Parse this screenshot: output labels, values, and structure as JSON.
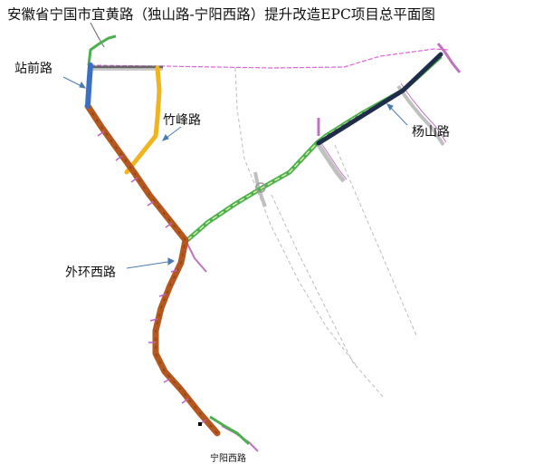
{
  "title": "安徽省宁国市宜黄路（独山路-宁阳西路）提升改造EPC项目总平面图",
  "labels": {
    "zhanqian": "站前路",
    "zhufeng": "竹峰路",
    "yangshan": "杨山路",
    "waihuanxi": "外环西路",
    "ningyangxi": "宁阳西路"
  },
  "colors": {
    "waihuanxi_road": "#b5581f",
    "zhufeng_road": "#f2b41c",
    "yangshan_road": "#1f2d4a",
    "zhanqian_road": "#3a6fc2",
    "green_road": "#4caf50",
    "magenta_line": "#e060e0",
    "grey_road": "#aaaaaa",
    "arrow": "#4a7ab5"
  }
}
